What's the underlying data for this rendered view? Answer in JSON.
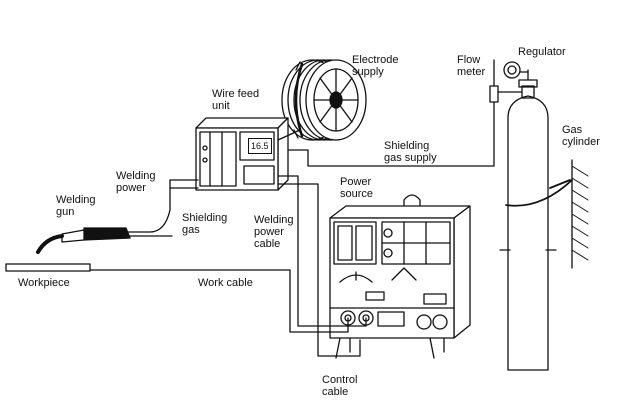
{
  "labels": {
    "electrode_supply": [
      "Electrode",
      "supply"
    ],
    "flow_meter": [
      "Flow",
      "meter"
    ],
    "regulator": "Regulator",
    "wire_feed_unit": [
      "Wire feed",
      "unit"
    ],
    "meter_reading": "16.5",
    "gas_cylinder": [
      "Gas",
      "cylinder"
    ],
    "shielding_gas_supply": [
      "Shielding",
      "gas supply"
    ],
    "welding_power": [
      "Welding",
      "power"
    ],
    "power_source": [
      "Power",
      "source"
    ],
    "welding_gun": [
      "Welding",
      "gun"
    ],
    "shielding_gas": [
      "Shielding",
      "gas"
    ],
    "welding_power_cable": [
      "Welding",
      "power",
      "cable"
    ],
    "workpiece": "Workpiece",
    "work_cable": "Work cable",
    "control_cable": [
      "Control",
      "cable"
    ]
  },
  "colors": {
    "line": "#111111",
    "background": "#ffffff"
  }
}
